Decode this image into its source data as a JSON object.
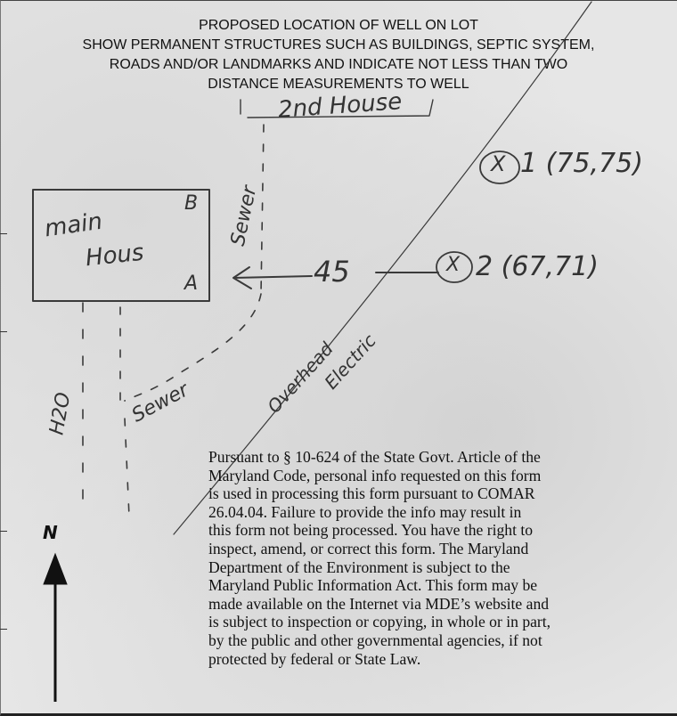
{
  "header": {
    "line1": "PROPOSED LOCATION OF WELL ON LOT",
    "line2": "SHOW PERMANENT STRUCTURES SUCH AS BUILDINGS, SEPTIC SYSTEM,",
    "line3": "ROADS AND/OR LANDMARKS AND INDICATE NOT LESS THAN TWO",
    "line4": "DISTANCE MEASUREMENTS TO WELL"
  },
  "sketch": {
    "second_house": "2nd House",
    "main_house_1": "main",
    "main_house_2": "Hous",
    "corner_b": "B",
    "corner_a": "A",
    "sewer_vertical": "Sewer",
    "sewer_diagonal": "Sewer",
    "water_line": "H2O",
    "distance": "45",
    "well1_marker": "X",
    "well1_label": "1 (75,75)",
    "well2_marker": "X",
    "well2_label": "2 (67,71)",
    "overhead_1": "Overhead",
    "overhead_2": "Electric"
  },
  "north_label": "N",
  "notice": {
    "lines": [
      "Pursuant to § 10-624 of the State Govt. Article of the",
      "Maryland Code, personal info requested on this form",
      "is used in processing this form pursuant to COMAR",
      "26.04.04. Failure to provide the info may result in",
      "this form not being processed. You have the right to",
      "inspect, amend, or correct this form. The Maryland",
      "Department of the Environment is subject to the",
      "Maryland Public Information Act. This form may be",
      "made available on the Internet via MDE’s website and",
      "is subject to inspection or copying, in whole or in part,",
      "by the public and other governmental  agencies, if not",
      "protected by federal or State Law."
    ]
  },
  "colors": {
    "ink": "#333333",
    "print": "#111111",
    "paper": "#e6e6e6"
  }
}
